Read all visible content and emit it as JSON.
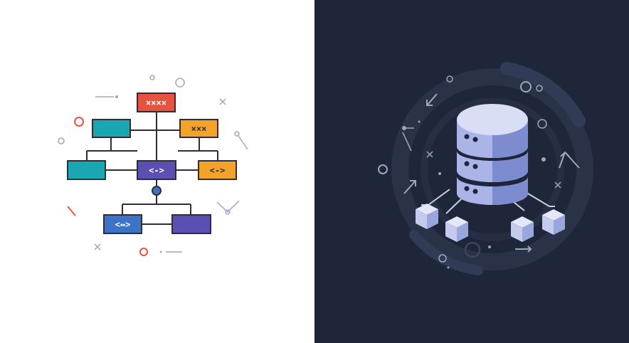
{
  "colors": {
    "left_background": "#ffffff",
    "right_background": "#1f263a",
    "line_color": "#2c2f3a",
    "root_red": "#e8533f",
    "teal": "#1aa6b3",
    "orange": "#f4a32a",
    "purple": "#5c4fb3",
    "blue": "#3d73c7",
    "server_light": "#d9def5",
    "server_mid": "#aab4e6",
    "server_dark": "#7d8bcf",
    "cube_light": "#e3e7f7",
    "cube_side": "#9aa7df",
    "accent_red": "#e8533f",
    "accent_grey": "#9aa8bf"
  },
  "flowchart": {
    "root": {
      "label": "××××"
    },
    "level1": [
      {
        "label": "",
        "color": "teal"
      },
      {
        "label": "×××",
        "color": "orange"
      }
    ],
    "level2": [
      {
        "label": "",
        "color": "teal"
      },
      {
        "label": "<->",
        "color": "purple"
      },
      {
        "label": "<->",
        "color": "orange"
      }
    ],
    "level3": [
      {
        "label": "<↔>",
        "color": "blue"
      },
      {
        "label": "",
        "color": "purple"
      }
    ]
  },
  "database": {
    "icon": "database-server-icon",
    "cubes": [
      "data-cube-icon",
      "data-cube-icon",
      "data-cube-icon",
      "data-cube-icon"
    ]
  }
}
